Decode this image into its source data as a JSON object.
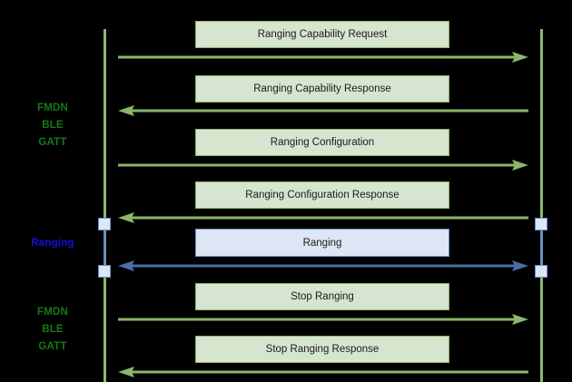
{
  "diagram": {
    "type": "sequence-diagram",
    "background_color": "#000000",
    "colors": {
      "green_line": "#8cb66b",
      "green_box_fill": "#d7e5d0",
      "green_label_text": "#157a15",
      "blue_line": "#6a8fc0",
      "blue_box_fill": "#dce6f5",
      "blue_label_text": "#1111dd",
      "box_text": "#1a1a1a"
    },
    "phase_labels": [
      {
        "id": "phase-fmdn-ble-gatt-top",
        "text": "FMDN\nBLE\nGATT",
        "color": "green"
      },
      {
        "id": "phase-ranging",
        "text": "Ranging",
        "color": "blue"
      },
      {
        "id": "phase-fmdn-ble-gatt-bottom",
        "text": "FMDN\nBLE\nGATT",
        "color": "green"
      }
    ],
    "messages": [
      {
        "id": "msg-ranging-capability-request",
        "label": "Ranging Capability Request",
        "style": "green",
        "direction": "right"
      },
      {
        "id": "msg-ranging-capability-response",
        "label": "Ranging Capability Response",
        "style": "green",
        "direction": "left"
      },
      {
        "id": "msg-ranging-configuration",
        "label": "Ranging Configuration",
        "style": "green",
        "direction": "right"
      },
      {
        "id": "msg-ranging-configuration-response",
        "label": "Ranging Configuration Response",
        "style": "green",
        "direction": "left"
      },
      {
        "id": "msg-ranging",
        "label": "Ranging",
        "style": "blue",
        "direction": "both"
      },
      {
        "id": "msg-stop-ranging",
        "label": "Stop Ranging",
        "style": "green",
        "direction": "right"
      },
      {
        "id": "msg-stop-ranging-response",
        "label": "Stop Ranging Response",
        "style": "green",
        "direction": "left"
      }
    ]
  }
}
